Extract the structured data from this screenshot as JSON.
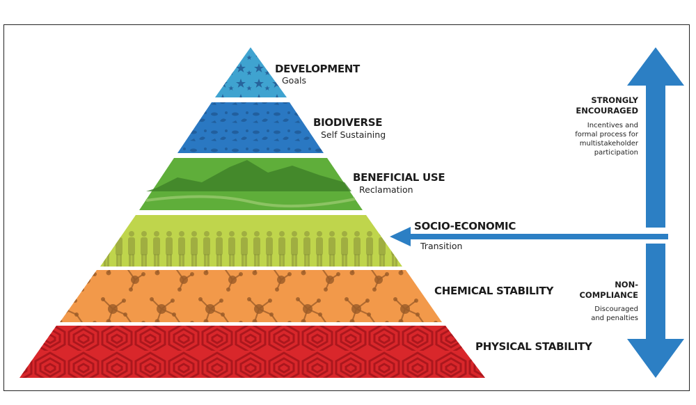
{
  "tiers": [
    {
      "title": "DEVELOPMENT",
      "subtitle": "Goals",
      "color": "#3fa3d0",
      "pattern": "stars-icon"
    },
    {
      "title": "BIODIVERSE",
      "subtitle": "Self Sustaining",
      "color": "#2a78c2",
      "pattern": "wildlife-icon"
    },
    {
      "title": "BENEFICIAL USE",
      "subtitle": "Reclamation",
      "color": "#5fae3a",
      "pattern": "landscape-icon"
    },
    {
      "title": "SOCIO-ECONOMIC",
      "subtitle": "Transition",
      "color": "#bfd54c",
      "pattern": "people-icon"
    },
    {
      "title": "CHEMICAL STABILITY",
      "subtitle": "",
      "color": "#f2994a",
      "pattern": "molecule-icon"
    },
    {
      "title": "PHYSICAL STABILITY",
      "subtitle": "",
      "color": "#d9272b",
      "pattern": "geometric-icon"
    }
  ],
  "up_arrow": {
    "title_line1": "STRONGLY",
    "title_line2": "ENCOURAGED",
    "text_line1": "Incentives and",
    "text_line2": "formal process for",
    "text_line3": "multistakeholder",
    "text_line4": "participation",
    "color": "#2c7fc4"
  },
  "down_arrow": {
    "title_line1": "NON-",
    "title_line2": "COMPLIANCE",
    "text_line1": "Discouraged",
    "text_line2": "and penalties",
    "color": "#2c7fc4"
  }
}
